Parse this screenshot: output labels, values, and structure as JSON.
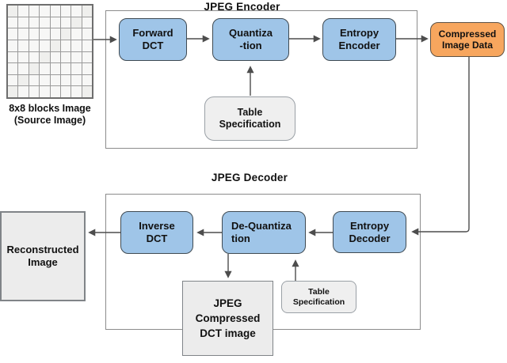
{
  "colors": {
    "node_blue": "#9fc5e8",
    "node_blue_border": "#3f4a52",
    "node_orange": "#f7a65e",
    "node_orange_border": "#5c5144",
    "node_gray": "#efefef",
    "node_gray_border": "#9aa0a6",
    "box_gray": "#ececec",
    "box_gray_border": "#808488",
    "container_border": "#8c8c8c",
    "arrow": "#4d4d4d",
    "grid_line": "#9b9b9b",
    "grid_border": "#6e6e6e",
    "grid_fill": "#f7f7f6"
  },
  "source_image": {
    "label_line1": "8x8 blocks Image",
    "label_line2": "(Source Image)"
  },
  "encoder": {
    "title": "JPEG Encoder",
    "forward_dct": {
      "line1": "Forward",
      "line2": "DCT"
    },
    "quantization": {
      "line1": "Quantiza",
      "line2": "-tion"
    },
    "entropy_encoder": {
      "line1": "Entropy",
      "line2": "Encoder"
    },
    "table_specification": {
      "line1": "Table",
      "line2": "Specification"
    }
  },
  "compressed_image_data": {
    "line1": "Compressed",
    "line2": "Image Data"
  },
  "decoder": {
    "title": "JPEG Decoder",
    "entropy_decoder": {
      "line1": "Entropy",
      "line2": "Decoder"
    },
    "dequantization": {
      "line1": "De-Quantiza",
      "line2": "tion"
    },
    "inverse_dct": {
      "line1": "Inverse",
      "line2": "DCT"
    },
    "table_specification": {
      "line1": "Table",
      "line2": "Specification"
    },
    "jpeg_compressed": {
      "line1": "JPEG",
      "line2": "Compressed",
      "line3": "DCT image"
    }
  },
  "reconstructed_image": {
    "line1": "Reconstructed",
    "line2": "Image"
  }
}
